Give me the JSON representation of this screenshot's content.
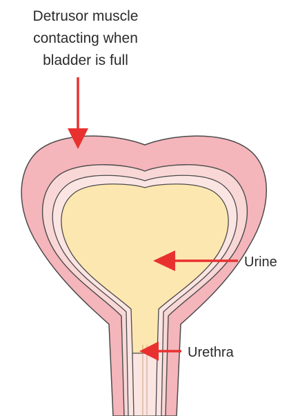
{
  "labels": {
    "detrusor_line1": "Detrusor muscle",
    "detrusor_line2": "contacting when",
    "detrusor_line3": "bladder is full",
    "urine": "Urine",
    "urethra": "Urethra"
  },
  "colors": {
    "outer_wall": "#f4b5bb",
    "middle_layer": "#f9d7d7",
    "inner_ring": "#fbe5e3",
    "urine": "#fde7b0",
    "outline": "#4a4a4a",
    "arrow": "#e8312f",
    "text": "#2b2b2b"
  }
}
